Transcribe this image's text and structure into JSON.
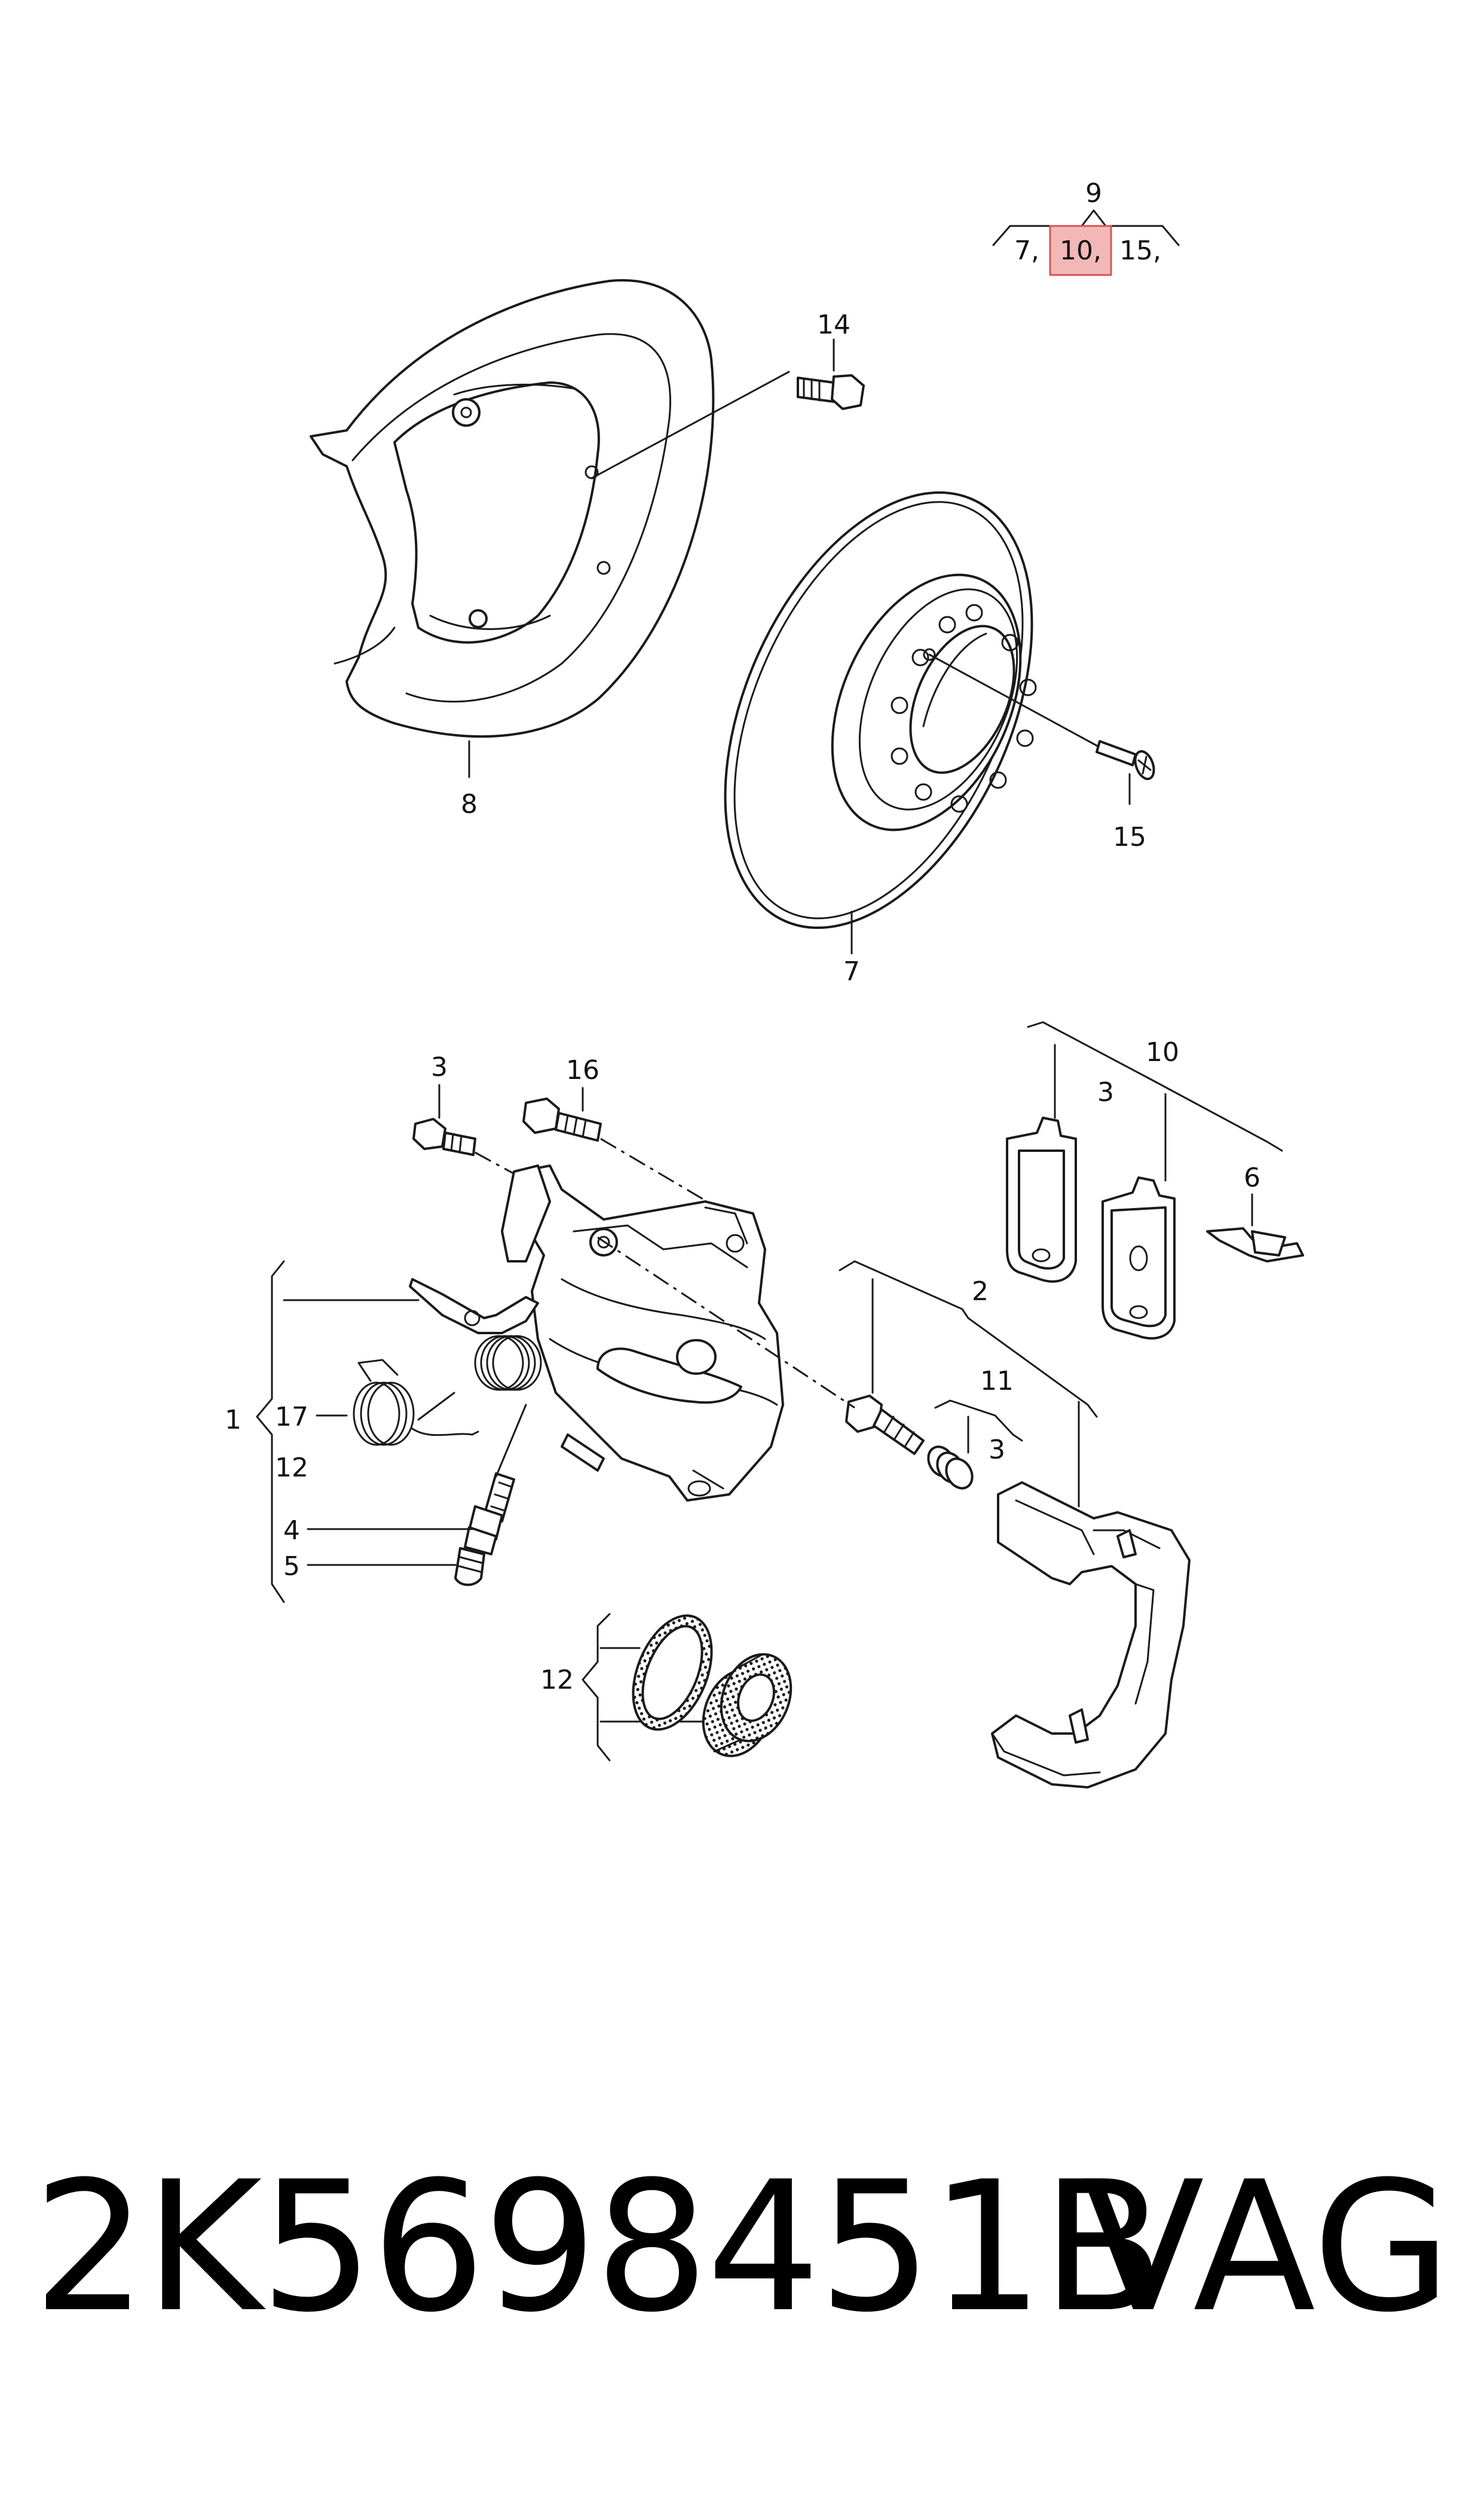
{
  "diagram": {
    "header_group": {
      "parent": "9",
      "children": [
        "7,",
        "10,",
        "15,"
      ],
      "highlighted": "10,",
      "highlight_color": "#f2b8b8",
      "highlight_border": "#d55555"
    },
    "callouts": {
      "c14": "14",
      "c8": "8",
      "c15": "15",
      "c7": "7",
      "c3a": "3",
      "c16": "16",
      "c10": "10",
      "c3b": "3",
      "c6": "6",
      "c2": "2",
      "c11": "11",
      "c3c": "3",
      "c1": "1",
      "c17": "17",
      "c12a": "12",
      "c4": "4",
      "c5": "5",
      "c12b": "12"
    }
  },
  "footer": {
    "part_number": "2K5698451B",
    "brand": "VAG"
  }
}
